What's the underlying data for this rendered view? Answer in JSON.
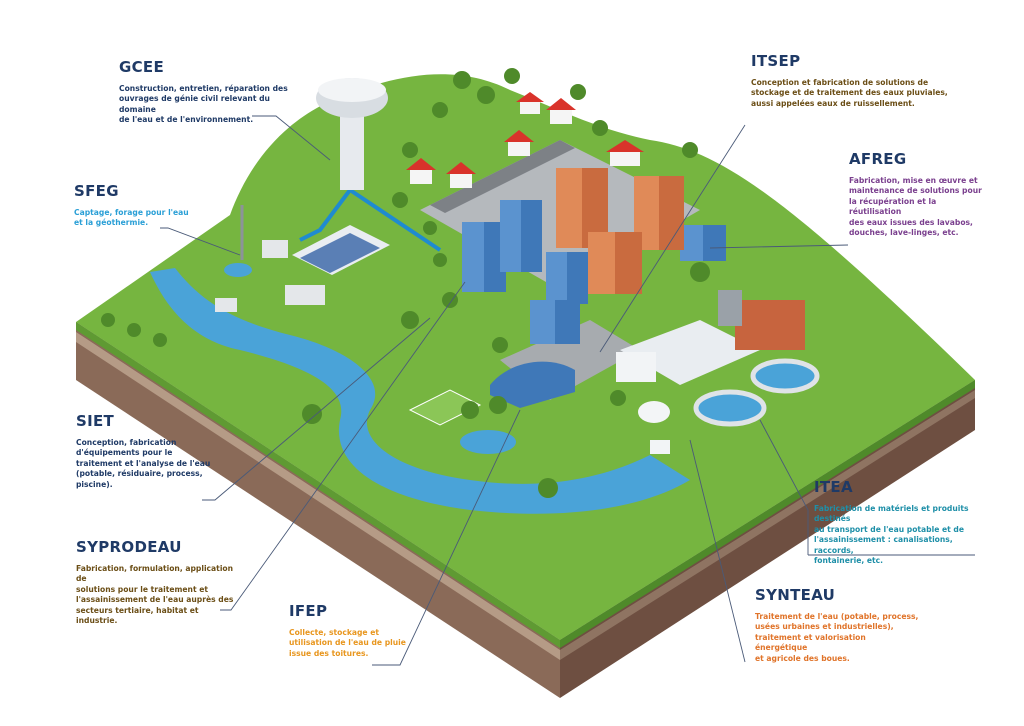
{
  "colors": {
    "title": "#1f3a66",
    "gcee": "#1f3a66",
    "sfeg": "#2a9fd6",
    "siet": "#1f3a66",
    "syprodeau": "#6b4e16",
    "ifep": "#e8961e",
    "itsep": "#6b4e16",
    "afreg": "#7a3f8e",
    "itea": "#1e8fa8",
    "synteau": "#e0742a",
    "grass": "#76b540",
    "water": "#4aa3d8",
    "soil": "#7a5a4a"
  },
  "labels": {
    "gcee": {
      "title": "GCEE",
      "text": [
        "Construction, entretien, réparation des",
        "ouvrages de génie civil relevant du domaine",
        "de l'eau et de l'environnement."
      ]
    },
    "sfeg": {
      "title": "SFEG",
      "text": [
        "Captage, forage pour l'eau",
        "et la géothermie."
      ]
    },
    "siet": {
      "title": "SIET",
      "text": [
        "Conception, fabrication",
        "d'équipements pour le",
        "traitement et l'analyse de l'eau",
        "(potable, résiduaire, process,",
        "piscine)."
      ]
    },
    "syprodeau": {
      "title": "SYPRODEAU",
      "text": [
        "Fabrication, formulation, application de",
        "solutions pour le traitement et",
        "l'assainissement de l'eau auprès des",
        "secteurs tertiaire, habitat et industrie."
      ]
    },
    "ifep": {
      "title": "IFEP",
      "text": [
        "Collecte, stockage et",
        "utilisation de l'eau de pluie",
        "issue des toitures."
      ]
    },
    "itsep": {
      "title": "ITSEP",
      "text": [
        "Conception et fabrication de solutions de",
        "stockage et de traitement des eaux pluviales,",
        "aussi appelées eaux de ruissellement."
      ]
    },
    "afreg": {
      "title": "AFREG",
      "text": [
        "Fabrication, mise en œuvre et",
        "maintenance de solutions pour",
        "la récupération et la réutilisation",
        "des eaux issues des lavabos,",
        "douches, lave-linges, etc."
      ]
    },
    "itea": {
      "title": "ITEA",
      "text": [
        "Fabrication de matériels et produits destinés",
        "au transport de l'eau potable et de",
        "l'assainissement : canalisations, raccords,",
        "fontainerie, etc."
      ]
    },
    "synteau": {
      "title": "SYNTEAU",
      "text": [
        "Traitement de l'eau (potable, process,",
        "usées urbaines et industrielles),",
        "traitement et valorisation énergétique",
        "et agricole des boues."
      ]
    }
  }
}
